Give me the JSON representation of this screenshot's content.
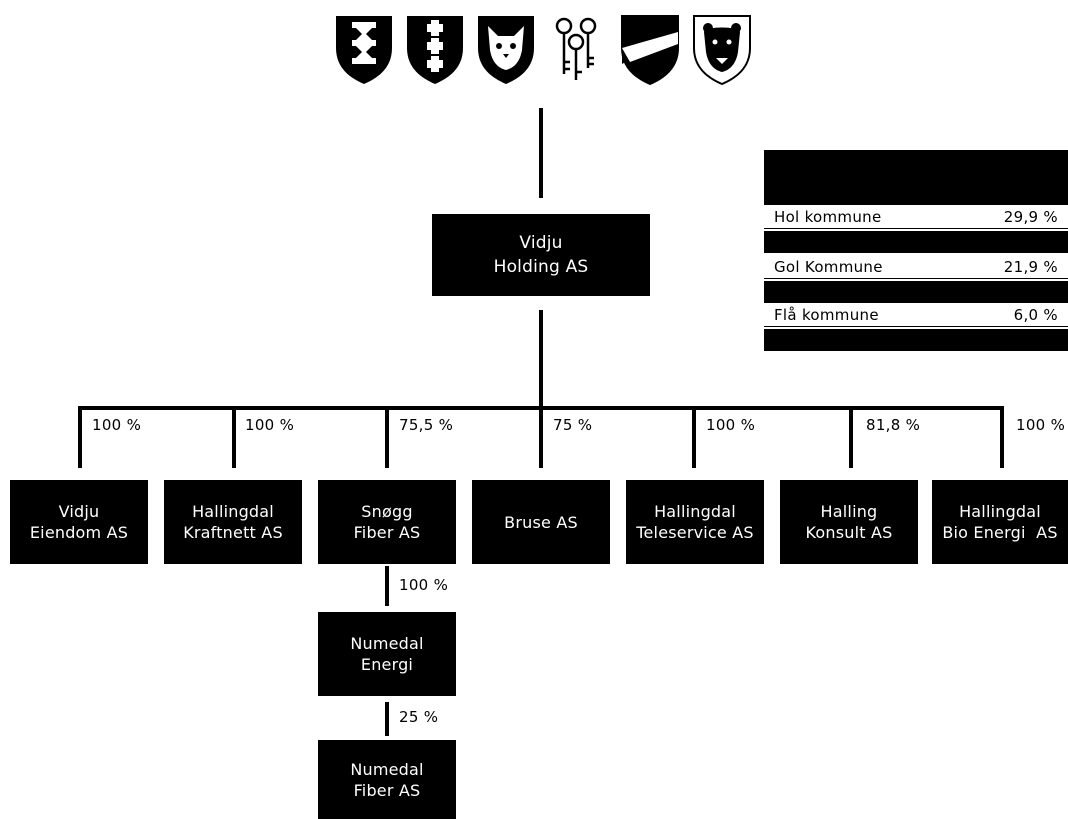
{
  "crests": [
    "crest-crossed-hammers-icon",
    "crest-crosses-icon",
    "crest-lynx-icon",
    "crest-keys-icon",
    "crest-diagonal-icon",
    "crest-bear-icon"
  ],
  "holding": {
    "line1": "Vidju",
    "line2": "Holding AS"
  },
  "owners": [
    {
      "name": "Hol kommune",
      "share": "29,9 %"
    },
    {
      "name": "Gol Kommune",
      "share": "21,9 %"
    },
    {
      "name": "Flå kommune",
      "share": "6,0 %"
    }
  ],
  "subsidiaries": [
    {
      "line1": "Vidju",
      "line2": "Eiendom AS",
      "pct": "100 %"
    },
    {
      "line1": "Hallingdal",
      "line2": "Kraftnett AS",
      "pct": "100 %"
    },
    {
      "line1": "Snøgg",
      "line2": "Fiber AS",
      "pct": "75,5 %"
    },
    {
      "line1": "Bruse AS",
      "line2": "",
      "pct": "75 %"
    },
    {
      "line1": "Hallingdal",
      "line2": "Teleservice AS",
      "pct": "100 %"
    },
    {
      "line1": "Halling",
      "line2": "Konsult AS",
      "pct": "81,8 %"
    },
    {
      "line1": "Hallingdal",
      "line2": "Bio Energi  AS",
      "pct": "100 %"
    }
  ],
  "chain": [
    {
      "line1": "Numedal",
      "line2": "Energi",
      "pct": "100 %"
    },
    {
      "line1": "Numedal",
      "line2": "Fiber AS",
      "pct": "25 %"
    }
  ],
  "colors": {
    "box": "#000000",
    "text": "#ffffff",
    "background": "#ffffff"
  }
}
